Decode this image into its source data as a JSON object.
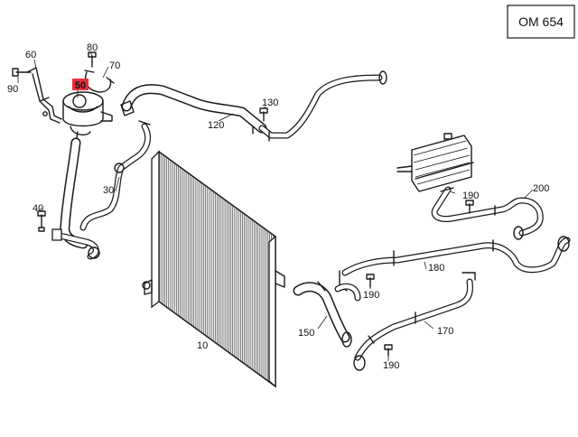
{
  "engine_code": "OM 654",
  "highlight_color": "#e8303a",
  "parts": {
    "p10": "10",
    "p30": "30",
    "p40": "40",
    "p50": "50",
    "p60": "60",
    "p70": "70",
    "p80": "80",
    "p90": "90",
    "p120": "120",
    "p130": "130",
    "p150": "150",
    "p170": "170",
    "p180": "180",
    "p190a": "190",
    "p190b": "190",
    "p190c": "190",
    "p200": "200"
  }
}
